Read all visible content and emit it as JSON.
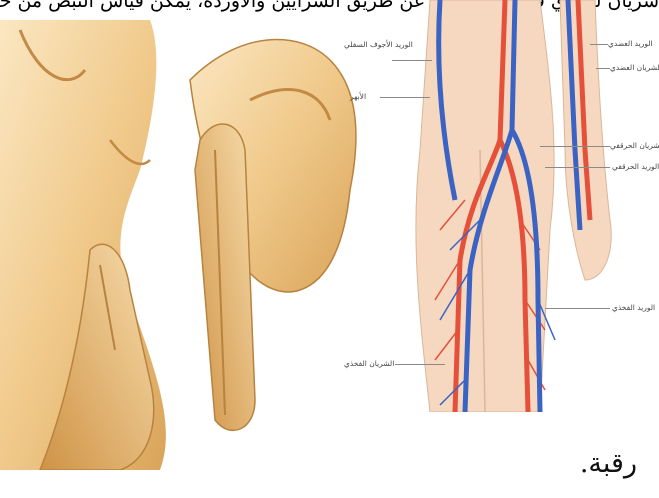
{
  "top_text": "سريان لدموي في الجسم يتم عن طريق الشرايين والأوردة، يمكن قياس النبض من خلال الضغط على شريان قريب",
  "caption": "رقبة.",
  "anatomy": {
    "labels": {
      "brachial_vein": "الوريد العضدي",
      "brachial_artery": "الشريان العضدي",
      "inferior_vena_cava": "الوريد الأجوف السفلي",
      "aorta": "الأبهر",
      "iliac_artery": "الشريان الحرقفي",
      "iliac_vein": "الوريد الحرقفي",
      "femoral_vein": "الوريد الفخذي",
      "femoral_artery": "الشريان الفخذي"
    }
  },
  "colors": {
    "skin": "#f0c98a",
    "artery": "#e4503a",
    "vein": "#3a63c4",
    "leg": "#f6d7bf"
  }
}
